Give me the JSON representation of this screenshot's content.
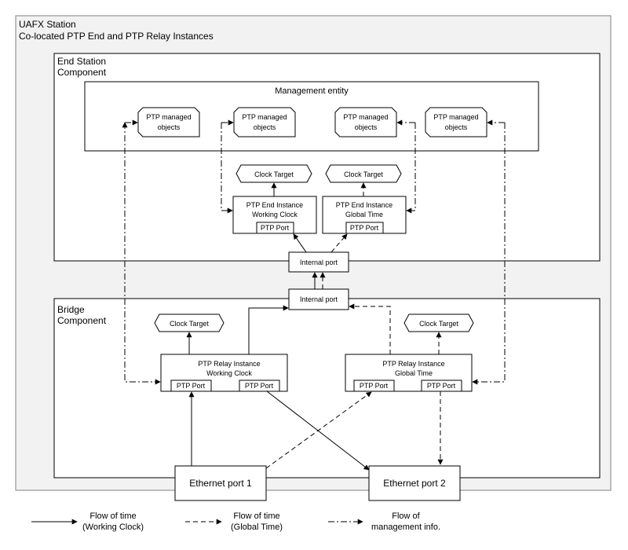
{
  "station": {
    "title": "UAFX Station",
    "subtitle": "Co-located PTP End and PTP Relay Instances"
  },
  "end_station": {
    "title_line1": "End Station",
    "title_line2": "Component",
    "management": {
      "title": "Management entity",
      "objects": [
        {
          "line1": "PTP managed",
          "line2": "objects"
        },
        {
          "line1": "PTP managed",
          "line2": "objects"
        },
        {
          "line1": "PTP managed",
          "line2": "objects"
        },
        {
          "line1": "PTP managed",
          "line2": "objects"
        }
      ]
    },
    "clock_targets": [
      "Clock Target",
      "Clock Target"
    ],
    "instances": [
      {
        "line1": "PTP End Instance",
        "line2": "Working Clock",
        "port": "PTP Port"
      },
      {
        "line1": "PTP End Instance",
        "line2": "Global Time",
        "port": "PTP Port"
      }
    ],
    "internal_port": "Internal port"
  },
  "bridge": {
    "title_line1": "Bridge",
    "title_line2": "Component",
    "internal_port": "Internal port",
    "clock_targets": [
      "Clock Target",
      "Clock Target"
    ],
    "relays": [
      {
        "line1": "PTP Relay Instance",
        "line2": "Working Clock",
        "ports": [
          "PTP Port",
          "PTP Port"
        ]
      },
      {
        "line1": "PTP Relay Instance",
        "line2": "Global Time",
        "ports": [
          "PTP Port",
          "PTP Port"
        ]
      }
    ]
  },
  "ethernet_ports": [
    "Ethernet port 1",
    "Ethernet port 2"
  ],
  "legend": [
    {
      "line1": "Flow of time",
      "line2": "(Working Clock)",
      "style": "solid"
    },
    {
      "line1": "Flow of time",
      "line2": "(Global Time)",
      "style": "dashed"
    },
    {
      "line1": "Flow of",
      "line2": "management info.",
      "style": "dash-dot"
    }
  ]
}
